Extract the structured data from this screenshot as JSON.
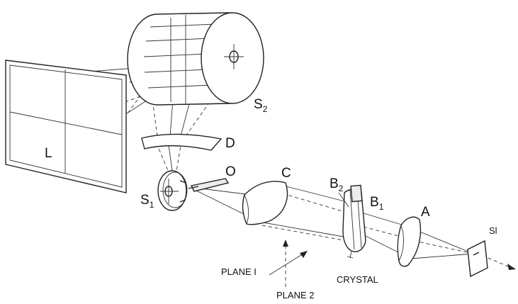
{
  "labels": {
    "screen": "L",
    "drum_main": "S",
    "drum_sub": "2",
    "mirror_d": "D",
    "wheel_main": "S",
    "wheel_sub": "1",
    "aperture": "O",
    "lens_c": "C",
    "b2_main": "B",
    "b2_sub": "2",
    "b1_main": "B",
    "b1_sub": "1",
    "lens_a": "A",
    "slit": "Sl",
    "crystal": "CRYSTAL",
    "plane1": "PLANE I",
    "plane2": "PLANE 2"
  },
  "colors": {
    "ink": "#222222",
    "background": "#ffffff"
  }
}
